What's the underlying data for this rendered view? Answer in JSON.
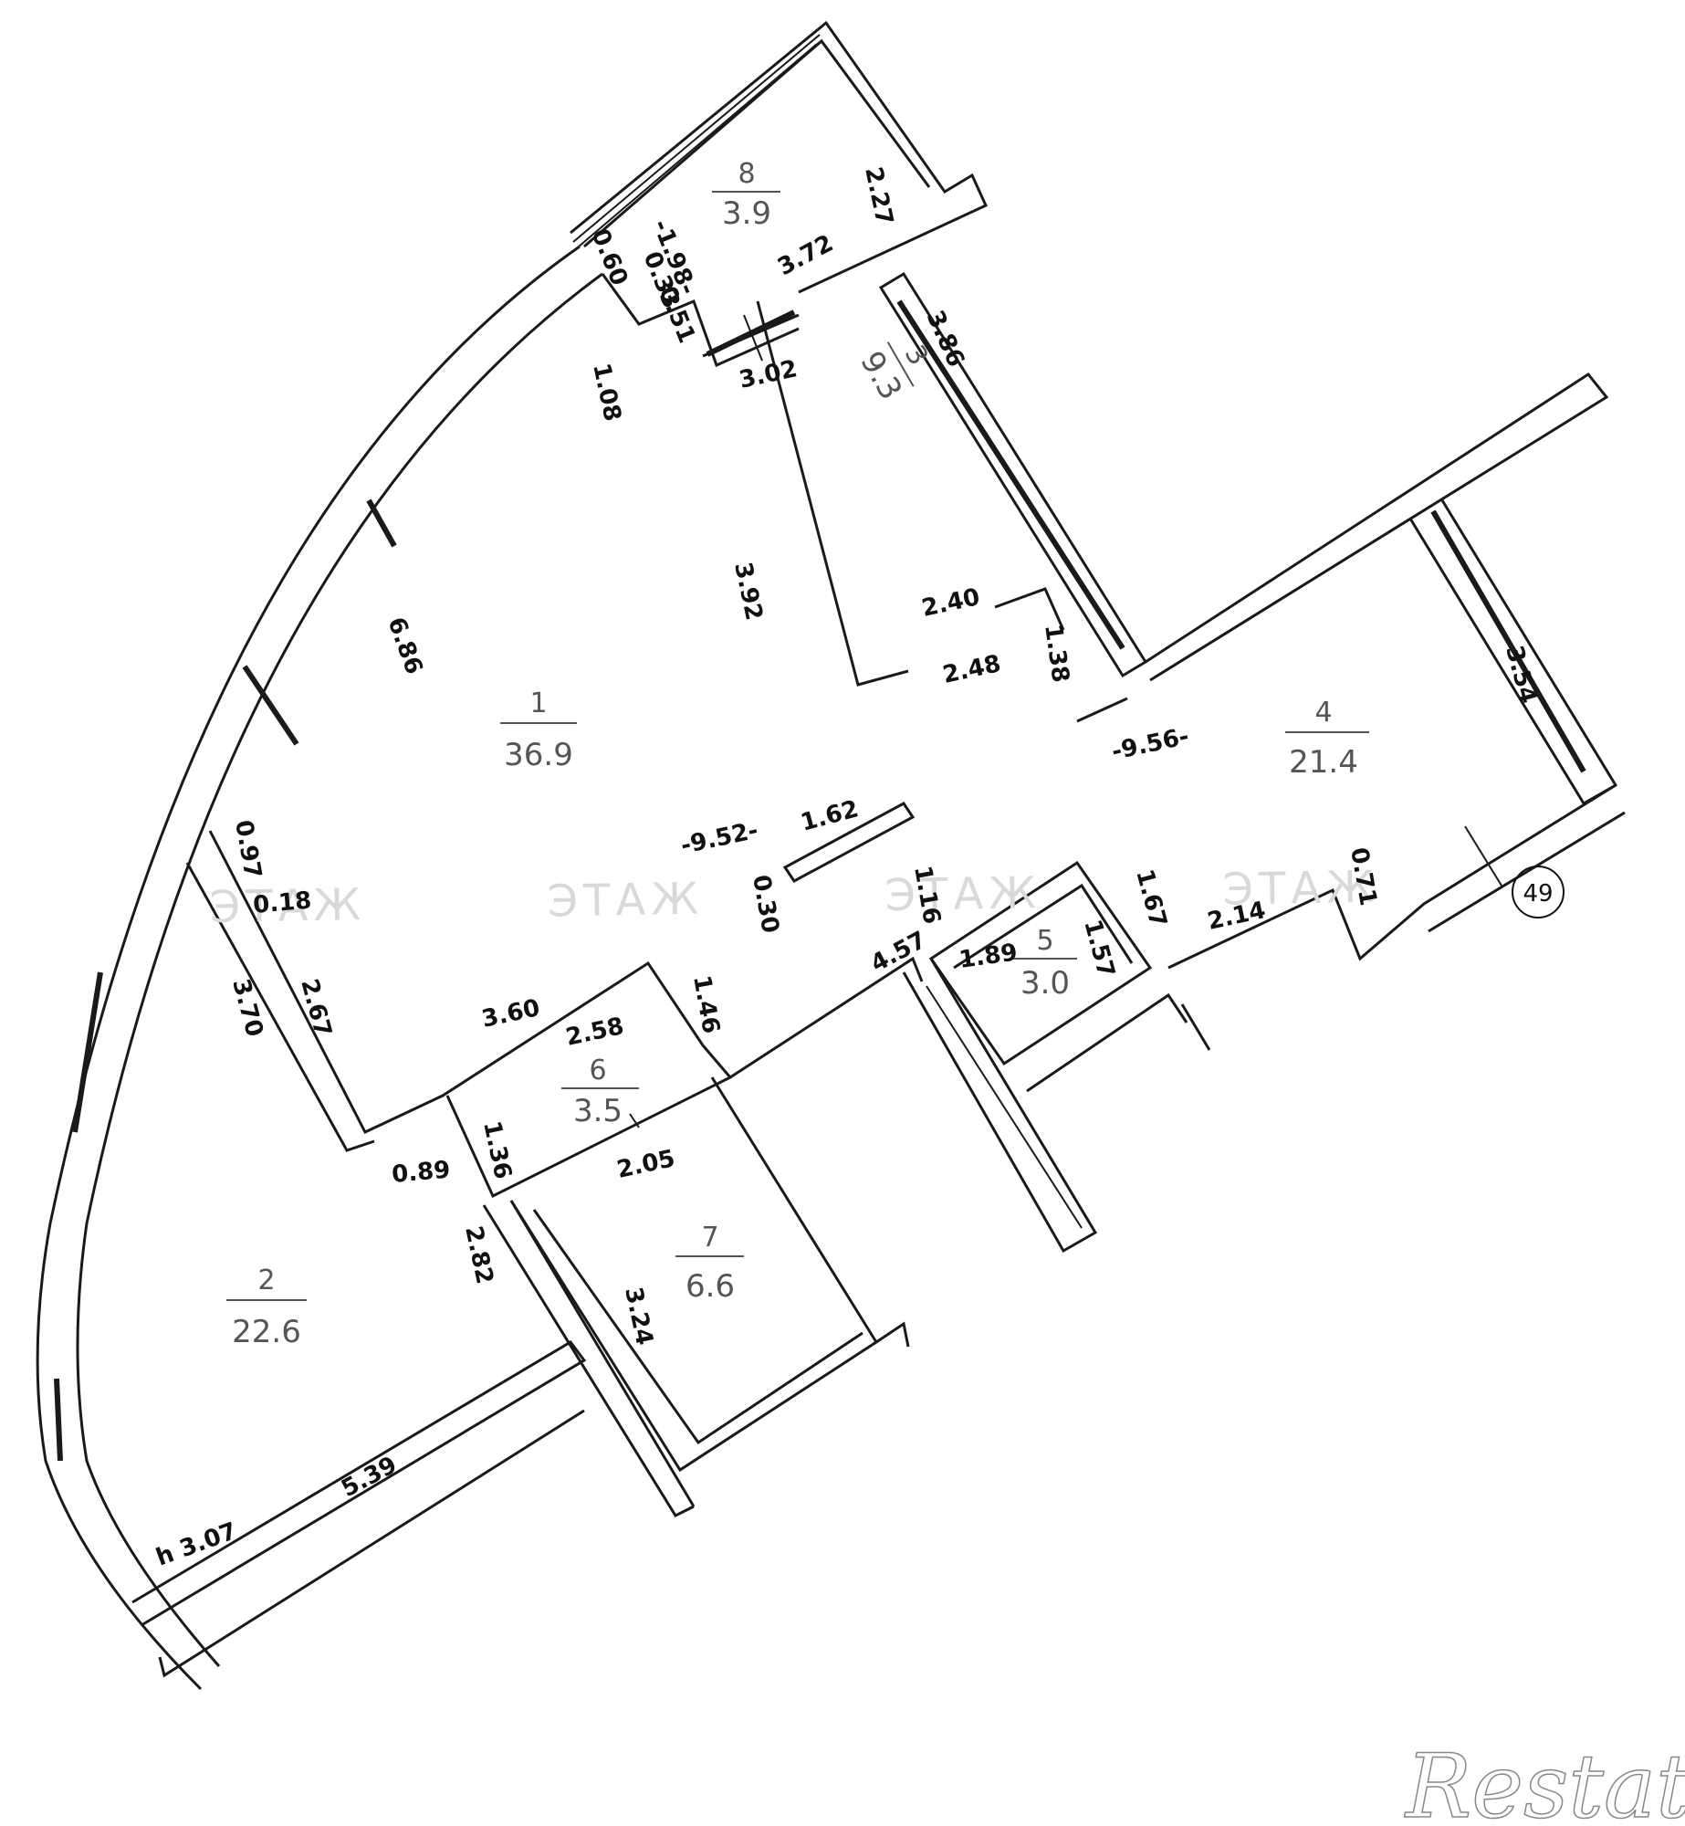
{
  "rooms": [
    {
      "number": "1",
      "area": "36.9"
    },
    {
      "number": "2",
      "area": "22.6"
    },
    {
      "number": "3",
      "area": "9.3"
    },
    {
      "number": "4",
      "area": "21.4"
    },
    {
      "number": "5",
      "area": "3.0"
    },
    {
      "number": "6",
      "area": "3.5"
    },
    {
      "number": "7",
      "area": "6.6"
    },
    {
      "number": "8",
      "area": "3.9"
    }
  ],
  "dimensions": [
    "2.27",
    "3.72",
    "-1.98-",
    "0.33",
    "0.60",
    "0.51",
    "3.02",
    "1.08",
    "3.86",
    "6.86",
    "3.92",
    "2.40",
    "2.48",
    "1.38",
    "-9.56-",
    "3.54",
    "-9.52-",
    "1.62",
    "0.30",
    "1.16",
    "0.97",
    "0.18",
    "3.70",
    "2.67",
    "3.60",
    "2.58",
    "1.46",
    "4.57",
    "1.89",
    "1.57",
    "1.67",
    "2.14",
    "0.71",
    "1.36",
    "0.89",
    "2.05",
    "2.82",
    "3.24",
    "5.39",
    "h 3.07"
  ],
  "floor_marker": "49",
  "watermark": "Restate"
}
